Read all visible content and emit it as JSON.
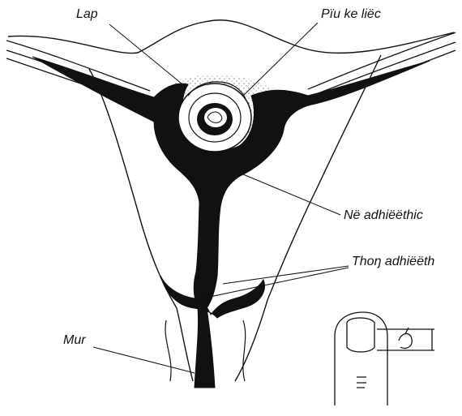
{
  "labels": {
    "lap": "Lap",
    "piu_ke_liec": "Pïu ke liëc",
    "ne_adhieethic": "Në adhiëëthic",
    "thon_adhieeth": "Thoŋ adhiëëth",
    "mur": "Mur"
  },
  "colors": {
    "ink": "#111111",
    "paper": "#ffffff"
  }
}
